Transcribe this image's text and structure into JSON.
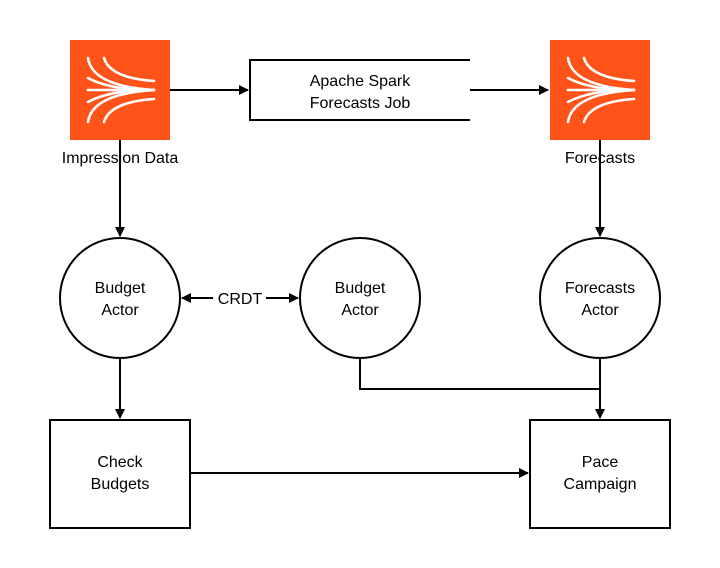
{
  "colors": {
    "source_icon": "#FF5419",
    "stroke": "#000000"
  },
  "nodes": {
    "impression": {
      "label": "Impression Data",
      "icon": "kinesis-stream-icon"
    },
    "spark": {
      "line1": "Apache Spark",
      "line2": "Forecasts Job"
    },
    "forecasts": {
      "label": "Forecasts",
      "icon": "kinesis-stream-icon"
    },
    "budget_actor_1": {
      "line1": "Budget",
      "line2": "Actor"
    },
    "budget_actor_2": {
      "line1": "Budget",
      "line2": "Actor"
    },
    "forecasts_actor": {
      "line1": "Forecasts",
      "line2": "Actor"
    },
    "check_budgets": {
      "line1": "Check",
      "line2": "Budgets"
    },
    "pace_campaign": {
      "line1": "Pace",
      "line2": "Campaign"
    }
  },
  "edges": {
    "crdt_label": "CRDT"
  }
}
